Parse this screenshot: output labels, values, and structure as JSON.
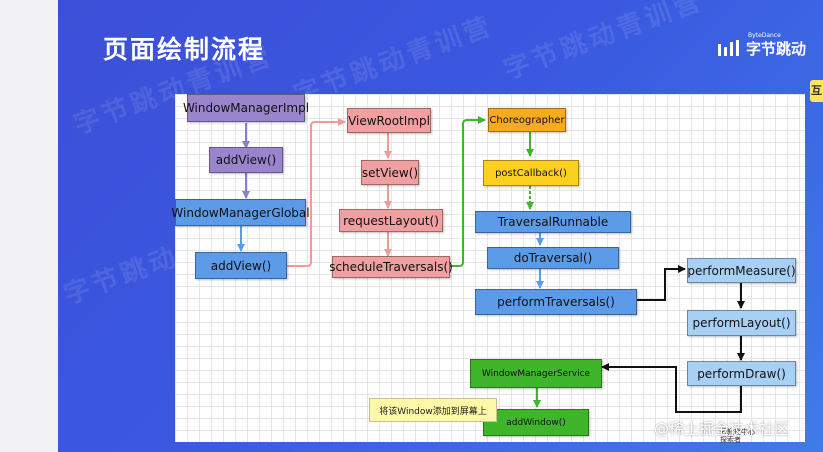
{
  "slide": {
    "title": "页面绘制流程",
    "logo_small": "ByteDance",
    "logo_text": "字节跳动",
    "watermark": "字节跳动青训营",
    "side_tab": "互"
  },
  "diagram": {
    "nodes": {
      "window_manager_impl": "WindowManagerImpl",
      "add_view_1": "addView()",
      "window_manager_global": "WindowManagerGlobal",
      "add_view_2": "addView()",
      "view_root_impl": "ViewRootImpl",
      "set_view": "setView()",
      "request_layout": "requestLayout()",
      "schedule_traversals": "scheduleTraversals()",
      "choreographer": "Choreographer",
      "post_callback": "postCallback()",
      "traversal_runnable": "TraversalRunnable",
      "do_traversal": "doTraversal()",
      "perform_traversals": "performTraversals()",
      "perform_measure": "performMeasure()",
      "perform_layout": "performLayout()",
      "perform_draw": "performDraw()",
      "window_manager_service": "WindowManagerService",
      "add_window": "addWindow()"
    },
    "note": "将该Window添加到屏幕上",
    "corner_text_1": "云教授中心",
    "corner_text_2": "探索者"
  },
  "credit": "@稀土掘金技术社区",
  "colors": {
    "purple": "#9a85cd",
    "blue": "#5c9be8",
    "pink": "#f0a0a0",
    "orange": "#f5ab1e",
    "yellow": "#fcd020",
    "green": "#3fb52b",
    "light_blue": "#a8d0f5"
  }
}
